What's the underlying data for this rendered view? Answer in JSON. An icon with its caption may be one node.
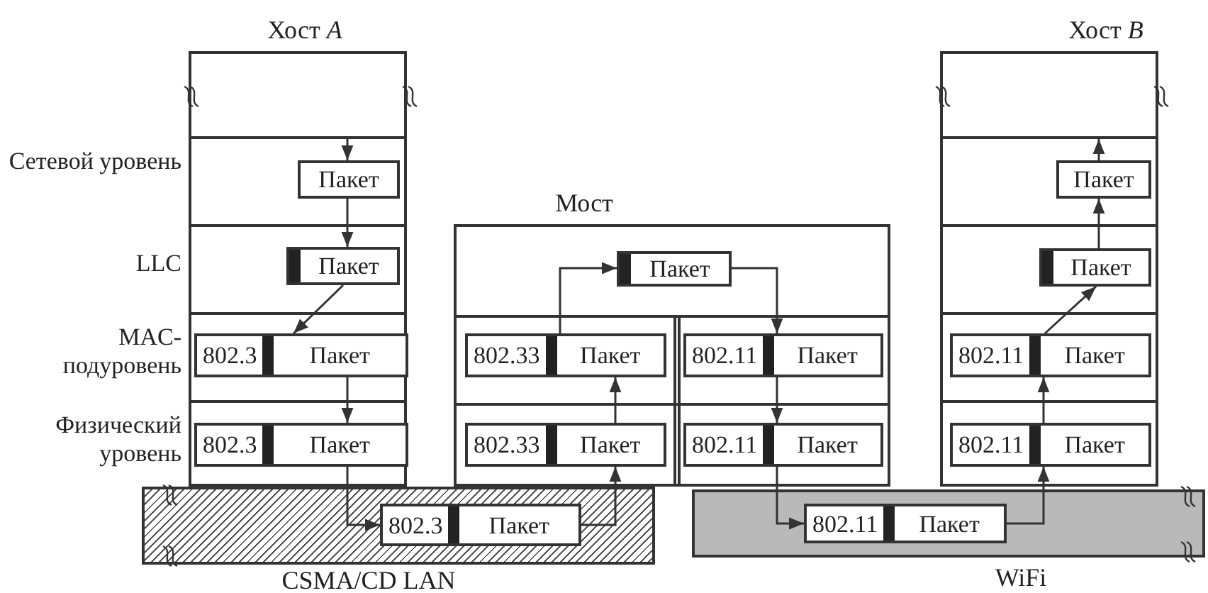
{
  "diagram": {
    "nodes": [
      {
        "text": [
          "Хост *A*"
        ]
      },
      {
        "text": [],
        "shape": "box",
        "in": 0
      },
      {
        "text": [
          "Пакет"
        ],
        "in": 0
      },
      {
        "text": [
          "Пакет"
        ],
        "in": 0
      },
      {
        "text": [
          "802.3",
          "Пакет"
        ],
        "in": 0
      },
      {
        "text": [
          "802.3",
          "Пакет"
        ],
        "in": 0
      },
      {
        "text": [
          "Мост"
        ]
      },
      {
        "text": [
          "Пакет"
        ],
        "in": 6
      },
      {
        "text": [
          "802.33",
          "Пакет"
        ],
        "in": 6
      },
      {
        "text": [
          "802.33",
          "Пакет"
        ],
        "in": 6
      },
      {
        "text": [
          "802.11",
          "Пакет"
        ],
        "in": 6
      },
      {
        "text": [
          "802.11",
          "Пакет"
        ],
        "in": 6
      },
      {
        "text": [
          "Хост *B*"
        ]
      },
      {
        "text": [],
        "shape": "box",
        "in": 12
      },
      {
        "text": [
          "Пакет"
        ],
        "in": 12
      },
      {
        "text": [
          "Пакет"
        ],
        "in": 12
      },
      {
        "text": [
          "802.11",
          "Пакет"
        ],
        "in": 12
      },
      {
        "text": [
          "802.11",
          "Пакет"
        ],
        "in": 12
      },
      {
        "text": [
          "CSMA/CD LAN"
        ]
      },
      {
        "text": [
          "802.3",
          "Пакет"
        ],
        "in": 18
      },
      {
        "text": [
          "WiFi"
        ]
      },
      {
        "text": [
          "802.11",
          "Пакет"
        ],
        "in": 20
      }
    ],
    "edges": [
      {
        "from": 1,
        "to": 2,
        "arrow": "to"
      },
      {
        "from": 2,
        "to": 3,
        "arrow": "to"
      },
      {
        "from": 3,
        "to": 4,
        "arrow": "to"
      },
      {
        "from": 4,
        "to": 5,
        "arrow": "to"
      },
      {
        "from": 5,
        "to": 19,
        "arrow": "to"
      },
      {
        "from": 19,
        "to": 9,
        "arrow": "to"
      },
      {
        "from": 9,
        "to": 8,
        "arrow": "to"
      },
      {
        "from": 8,
        "to": 7,
        "arrow": "to"
      },
      {
        "from": 7,
        "to": 10,
        "arrow": "to"
      },
      {
        "from": 10,
        "to": 11,
        "arrow": "to"
      },
      {
        "from": 11,
        "to": 21,
        "arrow": "to"
      },
      {
        "from": 21,
        "to": 17,
        "arrow": "to"
      },
      {
        "from": 17,
        "to": 16,
        "arrow": "to"
      },
      {
        "from": 16,
        "to": 15,
        "arrow": "to"
      },
      {
        "from": 15,
        "to": 14,
        "arrow": "to"
      },
      {
        "from": 14,
        "to": 13,
        "arrow": "to"
      }
    ],
    "labels": [
      "Сетевой уровень",
      "LLC",
      "MAC- подуровень",
      "Физический уровень"
    ]
  }
}
